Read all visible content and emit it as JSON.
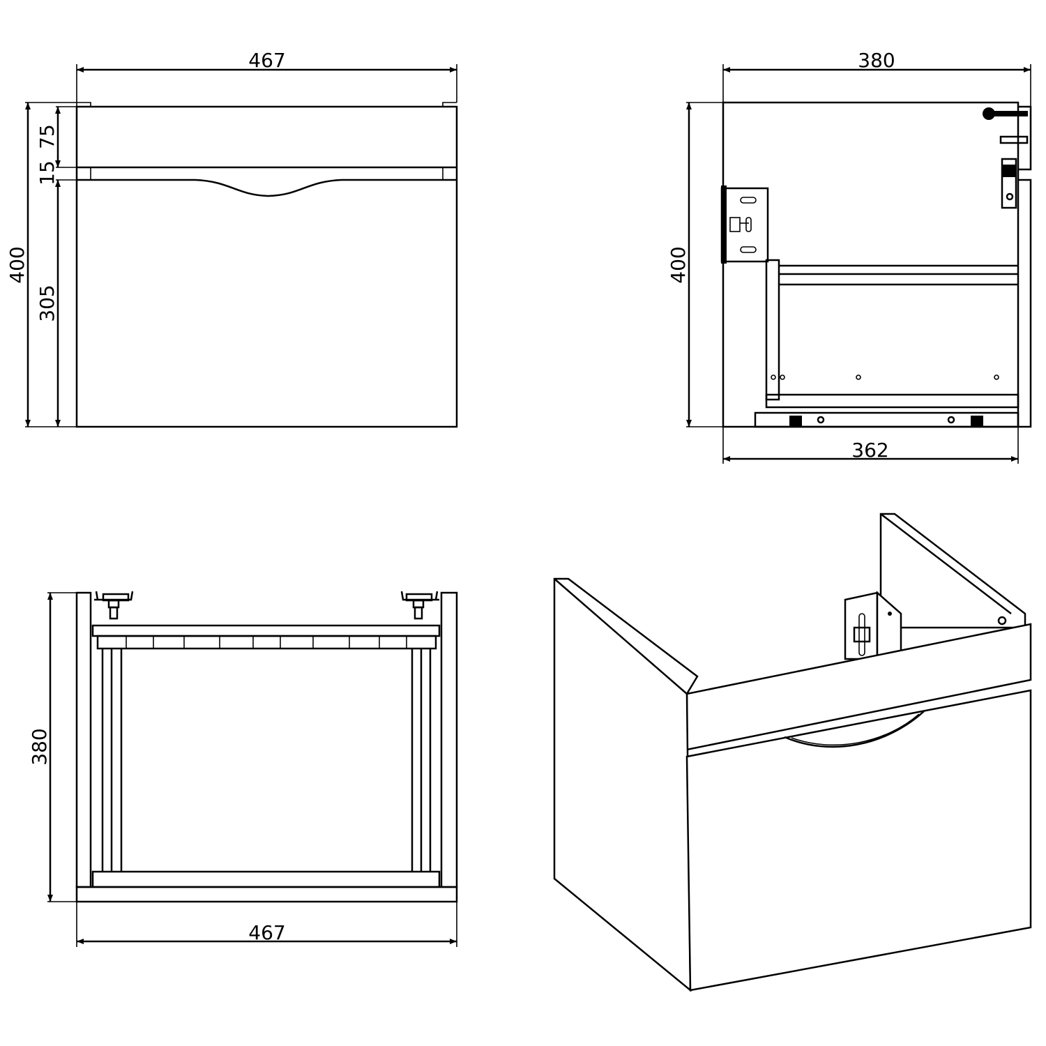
{
  "front_view": {
    "width_label": "467",
    "height_label": "400",
    "top_band_label": "75",
    "gap_label": "15",
    "drawer_label": "305"
  },
  "side_view": {
    "depth_label": "380",
    "height_label": "400",
    "inner_depth_label": "362"
  },
  "plan_view": {
    "depth_label": "380",
    "width_label": "467"
  }
}
